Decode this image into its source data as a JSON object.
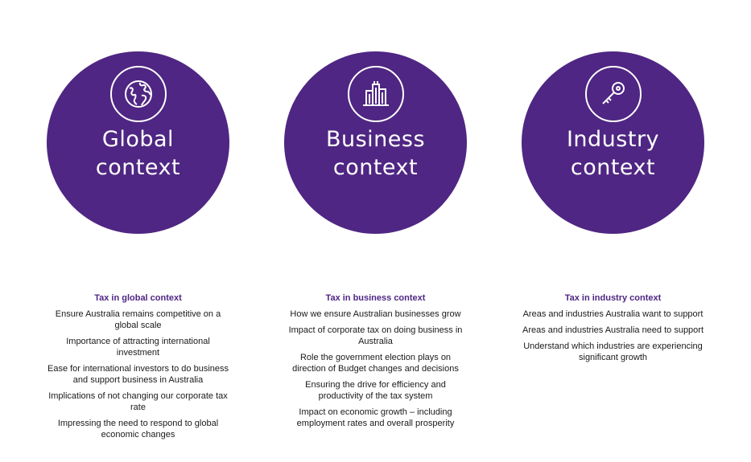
{
  "columns": [
    {
      "title_lines": [
        "Global",
        "context"
      ],
      "icon": "globe-icon",
      "heading": "Tax in global context",
      "items": [
        "Ensure Australia remains competitive on a global scale",
        "Importance of attracting international investment",
        "Ease for international investors to do business and support business in Australia",
        "Implications of not changing our corporate tax rate",
        "Impressing the need to respond to global economic changes"
      ]
    },
    {
      "title_lines": [
        "Business",
        "context"
      ],
      "icon": "buildings-icon",
      "heading": "Tax in business context",
      "items": [
        "How we ensure Australian businesses grow",
        "Impact of corporate tax on doing business in Australia",
        "Role the government election plays on direction of Budget changes and decisions",
        "Ensuring the drive for efficiency and productivity of the tax system",
        "Impact on economic growth – including employment rates and overall prosperity"
      ]
    },
    {
      "title_lines": [
        "Industry",
        "context"
      ],
      "icon": "key-icon",
      "heading": "Tax in industry context",
      "items": [
        "Areas and industries Australia want to support",
        "Areas and industries Australia need to support",
        "Understand which industries are experiencing significant growth"
      ]
    }
  ],
  "colors": {
    "circle": "#4f2683",
    "heading": "#4f2683",
    "text": "#1a1a1a"
  }
}
